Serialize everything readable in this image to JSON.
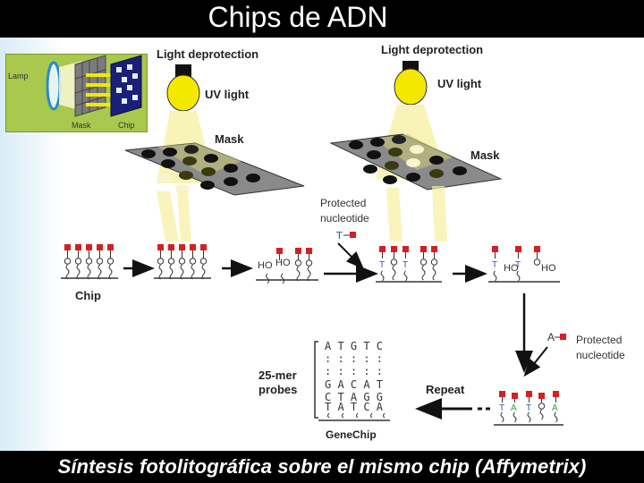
{
  "title": "Chips de ADN",
  "caption": "Síntesis fotolitográfica sobre el mismo chip (Affymetrix)",
  "inset": {
    "lamp_label": "Lamp",
    "mask_label": "Mask",
    "chip_label": "Chip"
  },
  "left_panel": {
    "light_label": "Light deprotection",
    "uv_label": "UV light",
    "mask_label": "Mask"
  },
  "right_panel": {
    "light_label": "Light deprotection",
    "uv_label": "UV light",
    "mask_label": "Mask",
    "protected_line1": "Protected",
    "protected_line2": "nucleotide",
    "protected_base": "T"
  },
  "steps": {
    "chip_label": "Chip",
    "ho_ho_label1": "HO",
    "ho_ho_label2": "HO",
    "ho_right1": "HO",
    "ho_right2": "HO",
    "protected_line1": "Protected",
    "protected_line2": "nucleotide",
    "protected_base": "A",
    "repeat_label": "Repeat",
    "probes_label1": "25-mer",
    "probes_label2": "probes",
    "genechip_label": "GeneChip"
  },
  "probe_sequences": {
    "row1": "A T  G T C",
    "row2": ":  :   :  : :",
    "row3": ":  :   :  : :",
    "row4": "G A  C  A T",
    "row5": "C T  A  G G",
    "row6": "T A  T  C A"
  },
  "colors": {
    "background": "#000000",
    "slide": "#ffffff",
    "bulb": "#f5e800",
    "mask": "#8a8a8a",
    "cap_red": "#d42020",
    "beam": "#f6f0a0",
    "base_blue": "#3355aa",
    "base_green": "#2e9e3e"
  }
}
